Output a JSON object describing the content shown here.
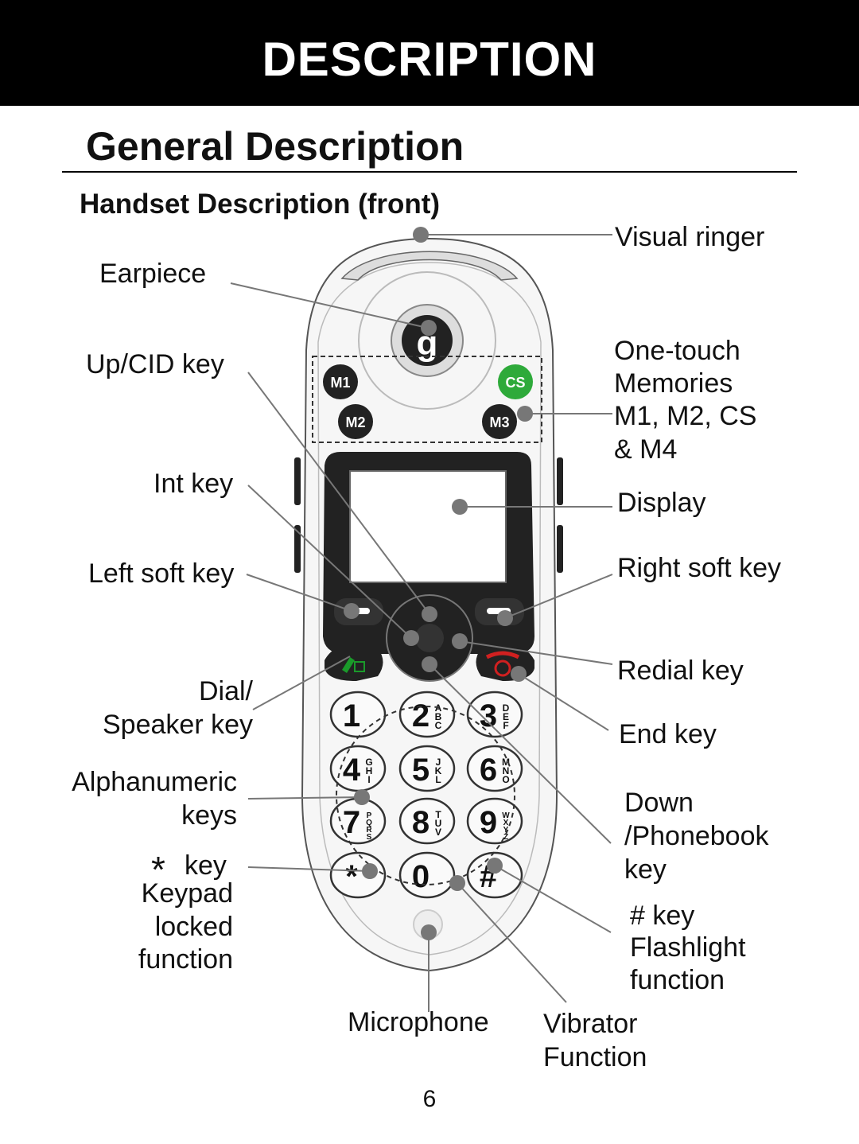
{
  "header": {
    "banner": "DESCRIPTION"
  },
  "section_title": "General Description",
  "subsection_title": "Handset Description (front)",
  "page_number": "6",
  "labels": {
    "visual_ringer": "Visual ringer",
    "earpiece": "Earpiece",
    "up_cid_key": "Up/CID key",
    "one_touch_1": "One-touch",
    "one_touch_2": "Memories",
    "one_touch_3": "M1, M2, CS",
    "one_touch_4": "& M4",
    "int_key": "Int key",
    "display": "Display",
    "left_soft_key": "Left soft key",
    "right_soft_key": "Right soft key",
    "redial_key": "Redial key",
    "dial_1": "Dial/",
    "dial_2": "Speaker key",
    "end_key": "End key",
    "alnum_1": "Alphanumeric",
    "alnum_2": "keys",
    "down_1": "Down",
    "down_2": "/Phonebook",
    "down_3": "key",
    "star_symbol": "*",
    "star_1": "key",
    "star_2": "Keypad",
    "star_3": "locked",
    "star_4": "function",
    "hash_1": "# key",
    "hash_2": "Flashlight",
    "hash_3": "function",
    "microphone": "Microphone",
    "vibrator_1": "Vibrator",
    "vibrator_2": "Function"
  },
  "phone_keys": {
    "m1": "M1",
    "m2": "M2",
    "m3": "M3",
    "cs": "CS",
    "logo": "g",
    "digits": [
      "1",
      "2",
      "3",
      "4",
      "5",
      "6",
      "7",
      "8",
      "9",
      "*",
      "0",
      "#"
    ],
    "letters": [
      "",
      "ABC",
      "DEF",
      "GHI",
      "JKL",
      "MNO",
      "PQRS",
      "TUV",
      "WXYZ",
      "",
      "",
      ""
    ]
  },
  "colors": {
    "cs_button": "#2eaa3a",
    "dial_icon": "#1a9a2a",
    "end_icon": "#d02020"
  }
}
